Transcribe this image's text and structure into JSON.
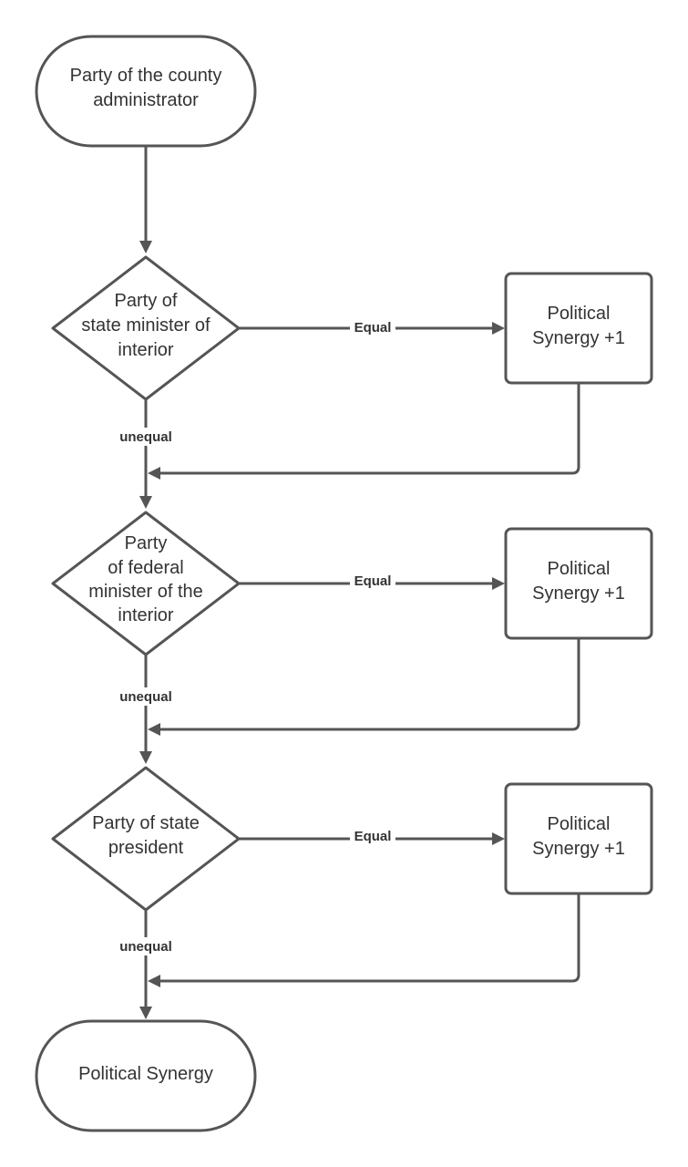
{
  "flowchart": {
    "start": {
      "lines": [
        "Party of the county",
        "administrator"
      ]
    },
    "decisions": [
      {
        "lines": [
          "Party of",
          "state minister of",
          "interior"
        ],
        "equal_label": "Equal",
        "unequal_label": "unequal",
        "result_lines": [
          "Political",
          "Synergy +1"
        ]
      },
      {
        "lines": [
          "Party",
          "of federal",
          "minister of the",
          "interior"
        ],
        "equal_label": "Equal",
        "unequal_label": "unequal",
        "result_lines": [
          "Political",
          "Synergy +1"
        ]
      },
      {
        "lines": [
          "Party of state",
          "president"
        ],
        "equal_label": "Equal",
        "unequal_label": "unequal",
        "result_lines": [
          "Political",
          "Synergy +1"
        ]
      }
    ],
    "end": {
      "lines": [
        "Political Synergy"
      ]
    }
  }
}
